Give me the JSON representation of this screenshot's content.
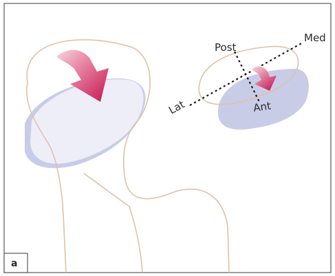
{
  "figure": {
    "panel_label": "a",
    "labels": {
      "post": "Post",
      "med": "Med",
      "lat": "Lat",
      "ant": "Ant"
    }
  },
  "colors": {
    "frame": "#5a5a5a",
    "outline": "#e0c1a6",
    "shadow": "#c9cce7",
    "highlight": "#eeeef9",
    "arrow_dark": "#c81e5a",
    "arrow_light": "#f2c4d2"
  }
}
